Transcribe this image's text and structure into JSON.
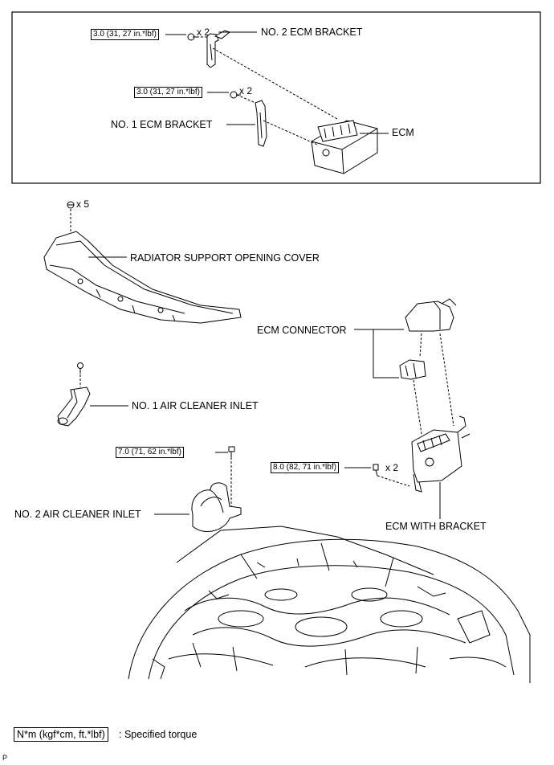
{
  "top_box": {
    "torque_a": "3.0 (31, 27 in.*lbf)",
    "qty_a": "x 2",
    "label_no2_bracket": "NO. 2 ECM BRACKET",
    "torque_b": "3.0 (31, 27 in.*lbf)",
    "qty_b": "x 2",
    "label_no1_bracket": "NO. 1 ECM BRACKET",
    "label_ecm": "ECM"
  },
  "main": {
    "qty_clips": "x 5",
    "label_radiator_cover": "RADIATOR SUPPORT OPENING COVER",
    "label_ecm_connector": "ECM CONNECTOR",
    "label_no1_inlet": "NO. 1 AIR CLEANER INLET",
    "torque_c": "7.0 (71, 62 in.*lbf)",
    "torque_d": "8.0 (82, 71 in.*lbf)",
    "qty_d": "x 2",
    "label_no2_inlet": "NO. 2 AIR CLEANER INLET",
    "label_ecm_bracket": "ECM WITH BRACKET"
  },
  "legend": {
    "unit": "N*m (kgf*cm, ft.*lbf)",
    "text": ": Specified torque"
  },
  "corner_mark": "P"
}
